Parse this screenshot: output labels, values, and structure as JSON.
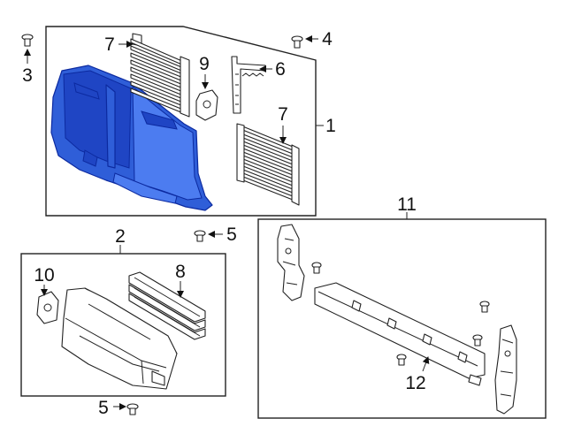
{
  "diagram": {
    "highlight_color": "#2f5ed8",
    "callouts": {
      "c1": "1",
      "c2": "2",
      "c3": "3",
      "c4": "4",
      "c5a": "5",
      "c5b": "5",
      "c6": "6",
      "c7a": "7",
      "c7b": "7",
      "c8": "8",
      "c9": "9",
      "c10": "10",
      "c11": "11",
      "c12": "12"
    }
  }
}
